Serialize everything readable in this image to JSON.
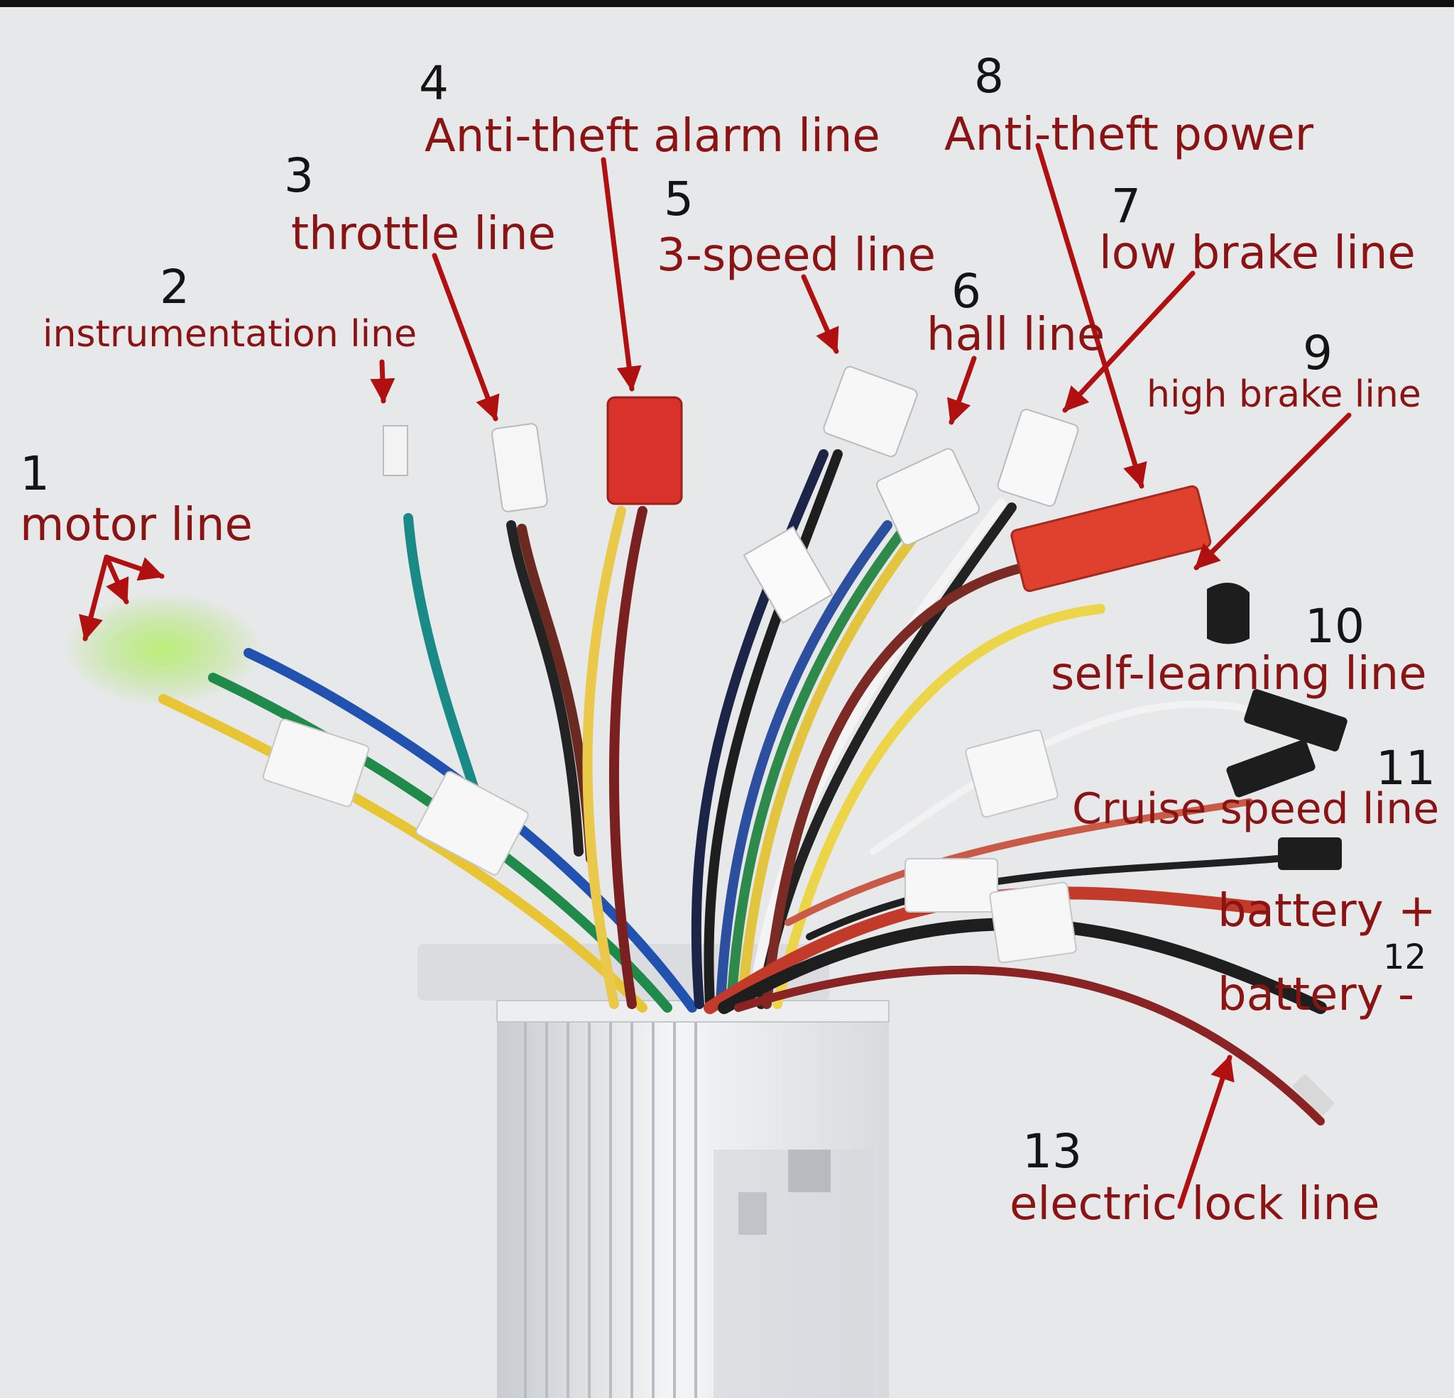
{
  "parts": [
    {
      "number": "1",
      "label": "motor line"
    },
    {
      "number": "2",
      "label": "instrumentation line"
    },
    {
      "number": "3",
      "label": "throttle line"
    },
    {
      "number": "4",
      "label": "Anti-theft alarm line"
    },
    {
      "number": "5",
      "label": "3-speed line"
    },
    {
      "number": "6",
      "label": "hall line"
    },
    {
      "number": "7",
      "label": "low brake line"
    },
    {
      "number": "8",
      "label": "Anti-theft power"
    },
    {
      "number": "9",
      "label": "high brake line"
    },
    {
      "number": "10",
      "label": "self-learning line"
    },
    {
      "number": "11",
      "label": "Cruise speed line"
    },
    {
      "number": "12",
      "label": "battery",
      "sub_labels": [
        "battery +",
        "battery -"
      ]
    },
    {
      "number": "13",
      "label": "electric lock line"
    }
  ],
  "colors": {
    "background": "#e7e8ea",
    "label": "#8a1414",
    "arrow": "#b01010",
    "number": "#141414"
  }
}
